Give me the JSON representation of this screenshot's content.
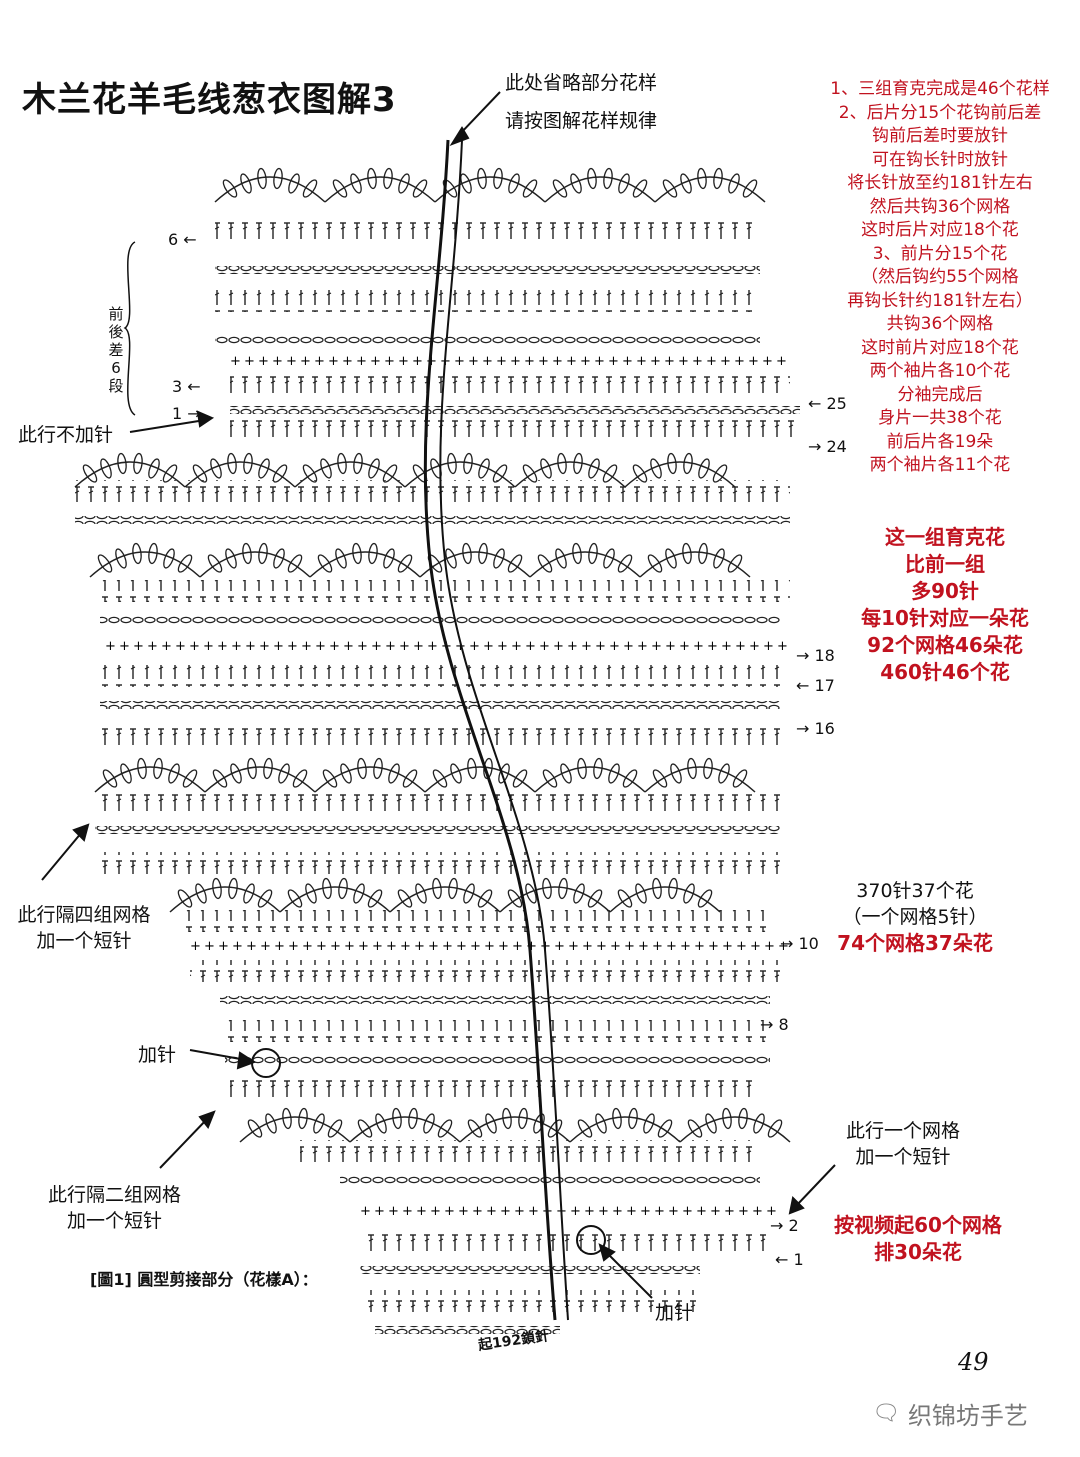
{
  "title": "木兰花羊毛线葱衣图解3",
  "top_note": {
    "line1": "此处省略部分花样",
    "line2": "请按图解花样规律"
  },
  "red_notes_top": [
    "1、三组育克完成是46个花样",
    "2、后片分15个花钩前后差",
    "钩前后差时要放针",
    "可在钩长针时放针",
    "将长针放至约181针左右",
    "然后共钩36个网格",
    "这时后片对应18个花",
    "3、前片分15个花",
    "（然后钩约55个网格",
    "再钩长针约181针左右）",
    "共钩36个网格",
    "这时前片对应18个花",
    "两个袖片各10个花",
    "分袖完成后",
    "身片一共38个花",
    "前后片各19朵",
    "两个袖片各11个花"
  ],
  "red_notes_mid": [
    "这一组育克花",
    "比前一组",
    "多90针",
    "每10针对应一朵花",
    "92个网格46朵花",
    "460针46个花"
  ],
  "stitch_note": {
    "line1": "370针37个花",
    "line2": "（一个网格5针）",
    "line3": "74个网格37朵花"
  },
  "bottom_red_note": {
    "line1": "按视频起60个网格",
    "line2": "排30朵花"
  },
  "left_notes": {
    "front_back_diff": "前後差6段",
    "no_increase": "此行不加针",
    "every_four": {
      "line1": "此行隔四组网格",
      "line2": "加一个短针"
    },
    "increase_left": "加针",
    "every_two": {
      "line1": "此行隔二组网格",
      "line2": "加一个短针"
    },
    "every_one": {
      "line1": "此行一个网格",
      "line2": "加一个短针"
    },
    "increase_bottom": "加针"
  },
  "figure_caption": "[圖1] 圓型剪接部分（花樣A）：",
  "start_chain": "起192鎖針",
  "row_numbers": {
    "r6": "6",
    "r3": "3",
    "r1_top": "1",
    "r25": "25",
    "r24": "24",
    "r18": "18",
    "r17": "17",
    "r16": "16",
    "r10": "10",
    "r8": "8",
    "r2": "2",
    "r1": "1"
  },
  "page_number": "49",
  "watermark": "织锦坊手艺",
  "colors": {
    "red": "#c1121f",
    "ink": "#111111"
  }
}
